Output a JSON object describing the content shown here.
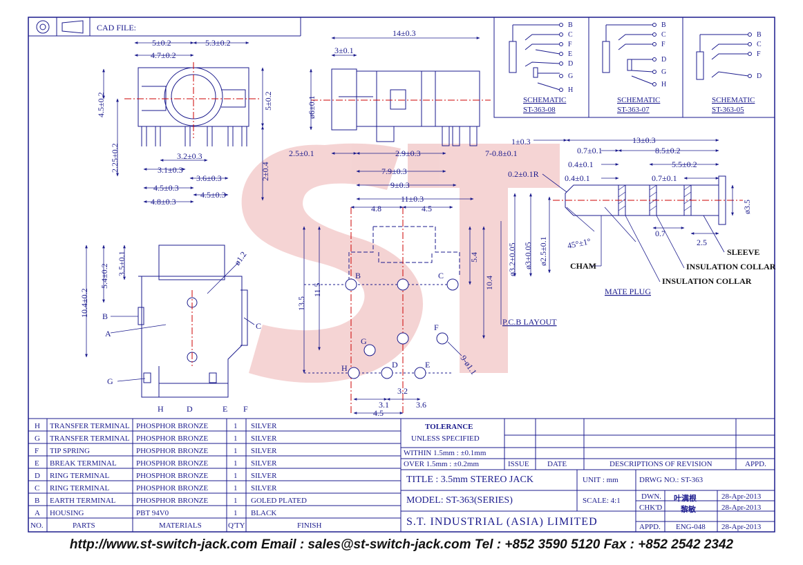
{
  "header": {
    "cad_file_label": "CAD FILE:"
  },
  "watermark": "ST",
  "dims": {
    "d5_0_2": "5±0.2",
    "d5_3_0_2": "5.3±0.2",
    "d4_7_0_2": "4.7±0.2",
    "d4_5_0_2": "4.5±0.2",
    "d5_0_2v": "5±0.2",
    "d2_25_0_2": "2.25±0.2",
    "d3_2_0_3": "3.2±0.3",
    "d3_1_0_3": "3.1±0.3",
    "d3_6_0_3": "3.6±0.3",
    "d4_5_0_3": "4.5±0.3",
    "d4_5_0_3b": "4.5±0.3",
    "d4_8_0_3": "4.8±0.3",
    "d2_0_4": "2±0.4",
    "d14_0_3": "14±0.3",
    "d3_0_1": "3±0.1",
    "d6_0_1": "ø6±0.1",
    "d2_5_0_1": "2.5±0.1",
    "d2_9_0_3": "2.9±0.3",
    "d7_0_8": "7-0.8±0.1",
    "d7_9_0_3": "7.9±0.3",
    "d9_0_3": "9±0.3",
    "d11_0_3": "11±0.3",
    "pcb_4_8": "4.8",
    "pcb_4_5": "4.5",
    "pcb_5_4": "5.4",
    "pcb_13_5": "13.5",
    "pcb_11_5": "11.5",
    "pcb_10_4": "10.4",
    "pcb_3_2": "3.2",
    "pcb_3_1": "3.1",
    "pcb_3_6": "3.6",
    "pcb_4_5b": "4.5",
    "pcb_hole": "9-ø1.1",
    "side_10_4": "10.4±0.2",
    "side_5_4": "5.4±0.2",
    "side_3_5": "3.5±0.1",
    "side_hole": "ø1.2",
    "plug_1": "1±0.3",
    "plug_13": "13±0.3",
    "plug_0_7a": "0.7±0.1",
    "plug_8_5": "8.5±0.2",
    "plug_0_4a": "0.4±0.1",
    "plug_5_5": "5.5±0.2",
    "plug_0_2r": "0.2±0.1R",
    "plug_0_4b": "0.4±0.1",
    "plug_0_7b": "0.7±0.1",
    "plug_d3_5": "ø3.5",
    "plug_d3_2": "ø3.2±0.05",
    "plug_d3": "ø3±0.05",
    "plug_d2_5": "ø2.5±0.1",
    "plug_45": "45°±1°",
    "plug_0_7c": "0.7",
    "plug_2_5": "2.5"
  },
  "pin_labels": [
    "B",
    "C",
    "F",
    "G",
    "H",
    "D",
    "E",
    "A"
  ],
  "pcb_pins": [
    "B",
    "C",
    "F",
    "G",
    "H",
    "D",
    "E"
  ],
  "labels": {
    "pcb_layout": "P.C.B LAYOUT",
    "mate_plug": "MATE PLUG",
    "sleeve": "SLEEVE",
    "insulation_collar_1": "INSULATION COLLAR",
    "insulation_collar_2": "INSULATION COLLAR",
    "cham": "CHAM"
  },
  "schematics": [
    {
      "title": "SCHEMATIC",
      "model": "ST-363-08",
      "pins": [
        "B",
        "C",
        "F",
        "E",
        "D",
        "G",
        "H"
      ]
    },
    {
      "title": "SCHEMATIC",
      "model": "ST-363-07",
      "pins": [
        "B",
        "C",
        "F",
        "D",
        "G",
        "H"
      ]
    },
    {
      "title": "SCHEMATIC",
      "model": "ST-363-05",
      "pins": [
        "B",
        "C",
        "F",
        "D"
      ]
    }
  ],
  "bom": {
    "rows": [
      {
        "no": "H",
        "part": "TRANSFER TERMINAL",
        "material": "PHOSPHOR BRONZE",
        "qty": "1",
        "finish": "SILVER"
      },
      {
        "no": "G",
        "part": "TRANSFER TERMINAL",
        "material": "PHOSPHOR BRONZE",
        "qty": "1",
        "finish": "SILVER"
      },
      {
        "no": "F",
        "part": "TIP SPRING",
        "material": "PHOSPHOR BRONZE",
        "qty": "1",
        "finish": "SILVER"
      },
      {
        "no": "E",
        "part": "BREAK TERMINAL",
        "material": "PHOSPHOR BRONZE",
        "qty": "1",
        "finish": "SILVER"
      },
      {
        "no": "D",
        "part": "RING TERMINAL",
        "material": "PHOSPHOR BRONZE",
        "qty": "1",
        "finish": "SILVER"
      },
      {
        "no": "C",
        "part": "RING TERMINAL",
        "material": "PHOSPHOR BRONZE",
        "qty": "1",
        "finish": "SILVER"
      },
      {
        "no": "B",
        "part": "EARTH TERMINAL",
        "material": "PHOSPHOR BRONZE",
        "qty": "1",
        "finish": "GOLED PLATED"
      },
      {
        "no": "A",
        "part": "HOUSING",
        "material": "PBT 94V0",
        "qty": "1",
        "finish": "BLACK"
      }
    ],
    "header": {
      "no": "NO.",
      "part": "PARTS",
      "material": "MATERIALS",
      "qty": "Q'TY",
      "finish": "FINISH"
    }
  },
  "tolerance": {
    "title": "TOLERANCE",
    "subtitle": "UNLESS SPECIFIED",
    "line1": "WITHIN 1.5mm : ±0.1mm",
    "line2": "OVER 1.5mm : ±0.2mm"
  },
  "revision": {
    "issue": "ISSUE",
    "date": "DATE",
    "desc": "DESCRIPTIONS OF REVISION",
    "appd": "APPD."
  },
  "title_block": {
    "title": "TITLE : 3.5mm STEREO JACK",
    "unit": "UNIT : mm",
    "drwg": "DRWG NO.: ST-363",
    "model": "MODEL: ST-363(SERIES)",
    "scale": "SCALE: 4:1",
    "dwn_label": "DWN.",
    "dwn_name": "叶满根",
    "dwn_date": "28-Apr-2013",
    "chkd_label": "CHK'D",
    "chkd_name": "黎敏",
    "chkd_date": "28-Apr-2013",
    "appd_label": "APPD.",
    "appd_name": "ENG-048",
    "appd_date": "28-Apr-2013",
    "company": "S.T. INDUSTRIAL (ASIA) LIMITED"
  },
  "footer": "http://www.st-switch-jack.com  Email : sales@st-switch-jack.com  Tel : +852 3590 5120  Fax : +852 2542 2342",
  "colors": {
    "ink": "#1a1a8c",
    "center": "#cc0000",
    "watermark": "#e8a0a0",
    "bg": "#ffffff"
  }
}
